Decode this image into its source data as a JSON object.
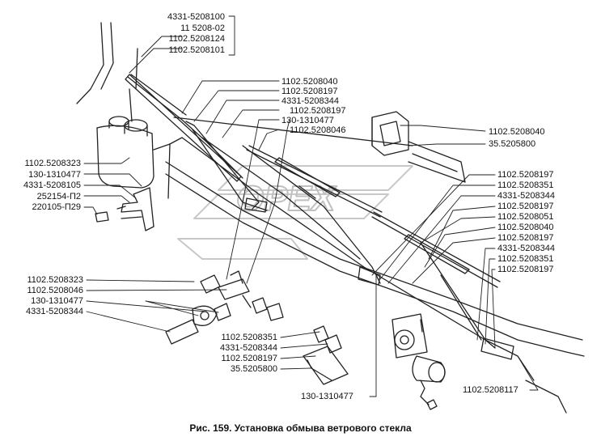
{
  "caption": "Рис. 159. Установка обмыва ветрового стекла",
  "watermark": "OPEX",
  "labels": {
    "top_group": [
      "4331-5208100",
      "11 5208-02",
      "1102.5208124",
      "1102.5208101"
    ],
    "left_upper": [
      "1102.5208323",
      "130-1310477",
      "4331-5208105",
      "252154-П2",
      "220105-П29"
    ],
    "center_top": [
      "1102.5208040",
      "1102.5208197",
      "4331-5208344",
      "1102.5208197",
      "130-1310477",
      "1102.5208046"
    ],
    "right_upper": [
      "1102.5208040",
      "35.5205800"
    ],
    "right_column": [
      "1102.5208197",
      "1102.5208351",
      "4331-5208344",
      "1102.5208197",
      "1102.5208051",
      "1102.5208040",
      "1102.5208197",
      "4331-5208344",
      "1102.5208351",
      "1102.5208197"
    ],
    "left_lower": [
      "1102.5208323",
      "1102.5208046",
      "130-1310477",
      "4331-5208344"
    ],
    "bottom_center": [
      "1102.5208351",
      "4331-5208344",
      "1102.5208197",
      "35.5205800"
    ],
    "bottom_mid": "130-1310477",
    "bottom_right": "1102.5208117"
  }
}
